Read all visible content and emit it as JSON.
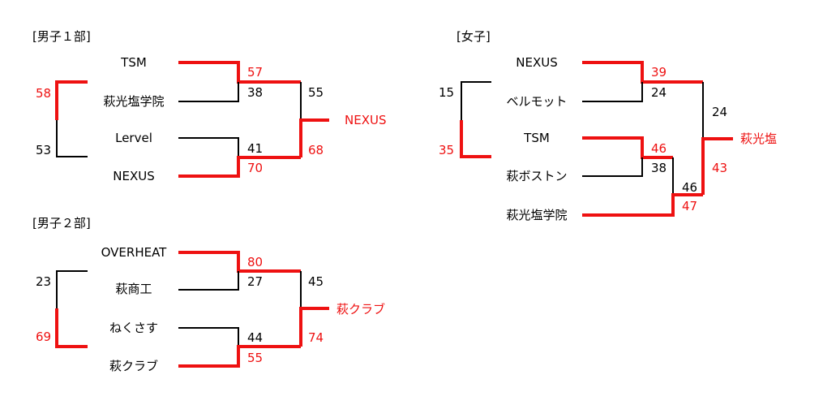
{
  "colors": {
    "winner": "#ee1111",
    "line": "#000000"
  },
  "men_div1": {
    "heading": "[男子１部]",
    "teams": [
      "TSM",
      "萩光塩学院",
      "Lervel",
      "NEXUS"
    ],
    "scores": {
      "r1_top": [
        "58",
        "53"
      ],
      "r1_mid_top": [
        "57",
        "38"
      ],
      "r1_mid_bot": [
        "41",
        "70"
      ],
      "final": [
        "55",
        "68"
      ]
    },
    "champion": "NEXUS"
  },
  "men_div2": {
    "heading": "[男子２部]",
    "teams": [
      "OVERHEAT",
      "萩商工",
      "ねくさす",
      "萩クラブ"
    ],
    "scores": {
      "r1_top": [
        "23",
        "69"
      ],
      "r1_mid_top": [
        "80",
        "27"
      ],
      "r1_mid_bot": [
        "44",
        "55"
      ],
      "final": [
        "45",
        "74"
      ]
    },
    "champion": "萩クラブ"
  },
  "women": {
    "heading": "[女子]",
    "teams": [
      "NEXUS",
      "ベルモット",
      "TSM",
      "萩ボストン",
      "萩光塩学院"
    ],
    "scores": {
      "r1_left": [
        "15",
        "35"
      ],
      "m1": [
        "39",
        "24"
      ],
      "m2": [
        "46",
        "38"
      ],
      "m3": [
        "46",
        "47"
      ],
      "final": [
        "24",
        "43"
      ]
    },
    "champion": "萩光塩"
  }
}
